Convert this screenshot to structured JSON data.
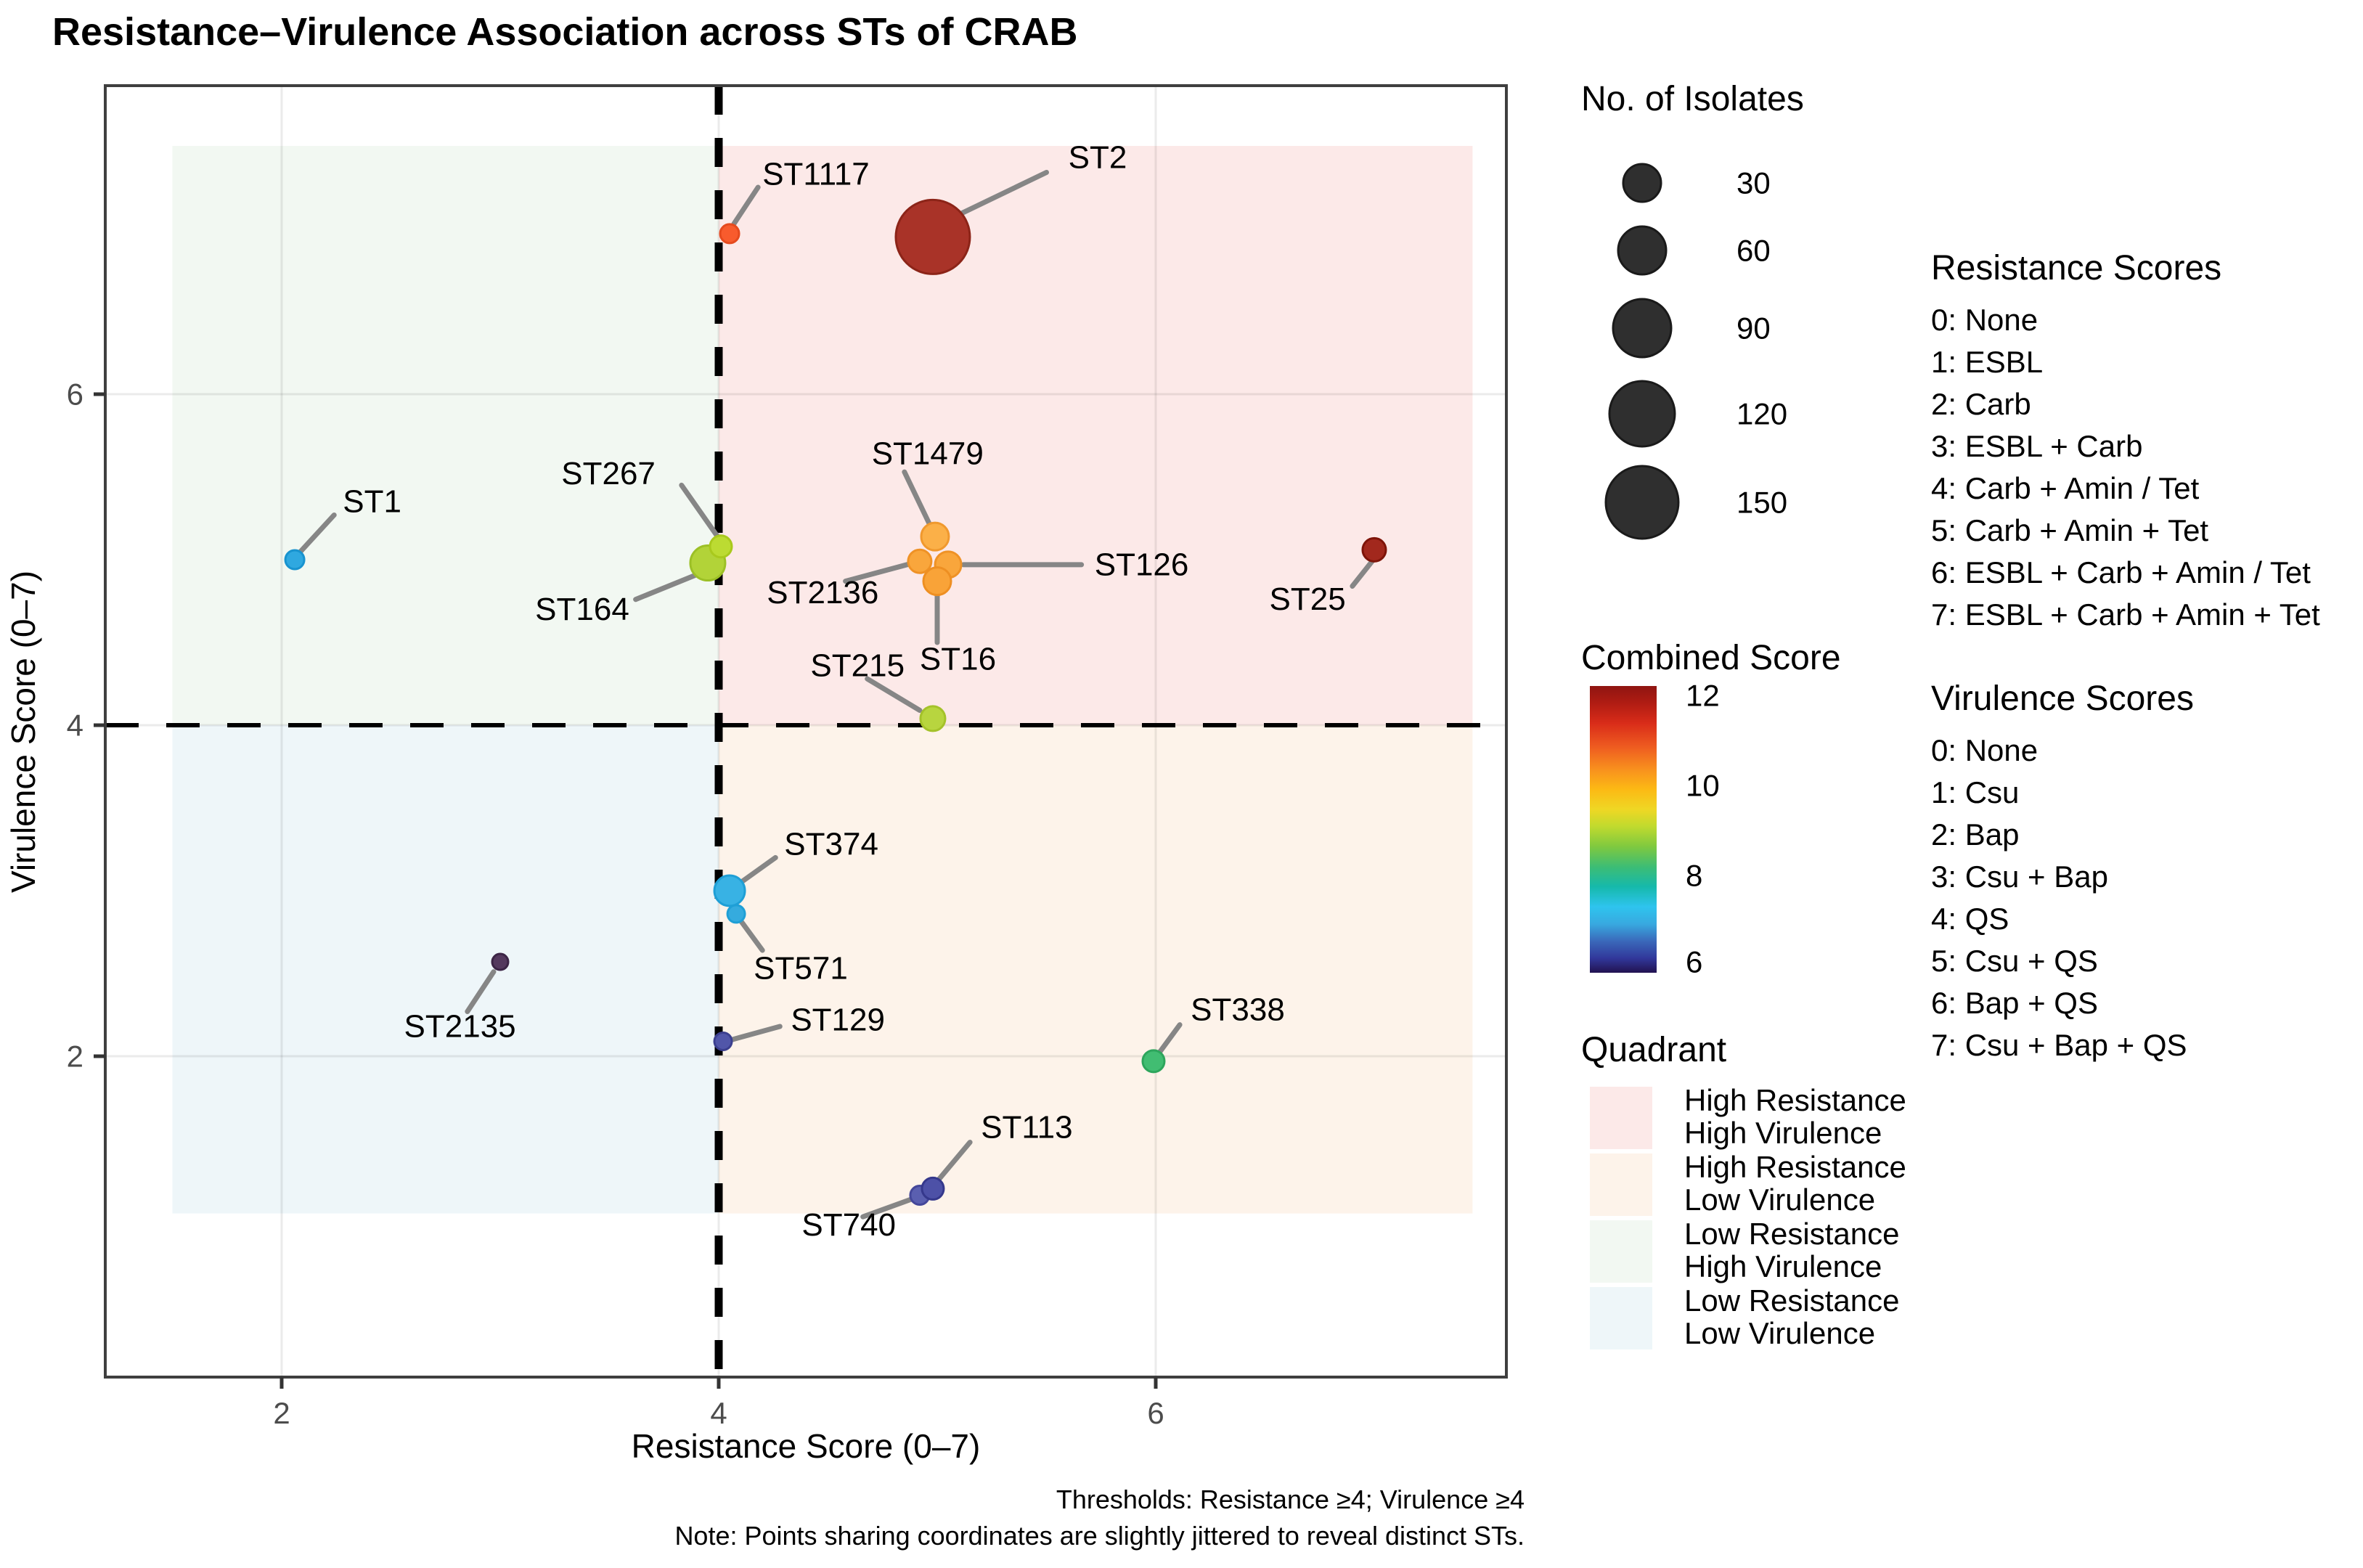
{
  "title": "Resistance–Virulence Association across STs of CRAB",
  "caption": {
    "line1": "Thresholds: Resistance ≥4; Virulence ≥4",
    "line2": "Note: Points sharing coordinates are slightly jittered to reveal distinct STs."
  },
  "chart_data": {
    "type": "scatter",
    "title": "Resistance–Virulence Association across STs of CRAB",
    "xlabel": "Resistance Score (0–7)",
    "ylabel": "Virulence Score (0–7)",
    "x_ticks": [
      2,
      4,
      6
    ],
    "y_ticks": [
      2,
      4,
      6
    ],
    "xlim": [
      1.2,
      7.6
    ],
    "ylim": [
      0.1,
      7.9
    ],
    "grid": true,
    "thresholds": {
      "x": 4,
      "y": 4
    },
    "shade_extent": {
      "x": [
        1.5,
        7.45
      ],
      "y": [
        1.05,
        7.5
      ]
    },
    "quadrant_fills": {
      "high_res_high_vir": "#fce9e8",
      "high_res_low_vir": "#fdf3ea",
      "low_res_high_vir": "#f2f8f2",
      "low_res_low_vir": "#eef6f9"
    },
    "points": [
      {
        "st": "ST2",
        "x": 4.98,
        "y": 6.95,
        "r": 51,
        "fill": "#a93328",
        "stroke": "#8c2418",
        "label_x": 5.6,
        "label_y": 7.43,
        "leader": [
          [
            5.5,
            7.34
          ],
          [
            5.06,
            7.06
          ]
        ]
      },
      {
        "st": "ST1117",
        "x": 4.05,
        "y": 6.97,
        "r": 13,
        "fill": "#f85b2d",
        "stroke": "#e54a1e",
        "label_x": 4.2,
        "label_y": 7.33,
        "leader": [
          [
            4.18,
            7.25
          ],
          [
            4.07,
            7.03
          ]
        ]
      },
      {
        "st": "ST1",
        "x": 2.06,
        "y": 5.0,
        "r": 13,
        "fill": "#2fa8e0",
        "stroke": "#1893cf",
        "label_x": 2.28,
        "label_y": 5.35,
        "leader": [
          [
            2.24,
            5.27
          ],
          [
            2.08,
            5.04
          ]
        ]
      },
      {
        "st": "ST164",
        "x": 3.95,
        "y": 4.98,
        "r": 24,
        "fill": "#b2d338",
        "stroke": "#9cc026",
        "label_x": 3.16,
        "label_y": 4.7,
        "leader": [
          [
            3.62,
            4.76
          ],
          [
            3.9,
            4.91
          ]
        ]
      },
      {
        "st": "ST267",
        "x": 4.01,
        "y": 5.08,
        "r": 15,
        "fill": "#bcdb32",
        "stroke": "#a9c91d",
        "label_x": 3.28,
        "label_y": 5.52,
        "leader": [
          [
            3.83,
            5.45
          ],
          [
            4.0,
            5.13
          ]
        ]
      },
      {
        "st": "ST1479",
        "x": 4.99,
        "y": 5.14,
        "r": 19,
        "fill": "#fbb048",
        "stroke": "#f0992e",
        "label_x": 4.7,
        "label_y": 5.64,
        "leader": [
          [
            4.85,
            5.53
          ],
          [
            4.97,
            5.2
          ]
        ]
      },
      {
        "st": "ST2136",
        "x": 4.92,
        "y": 4.99,
        "r": 16,
        "fill": "#f9a63c",
        "stroke": "#ef9226",
        "label_x": 4.22,
        "label_y": 4.8,
        "leader": [
          [
            4.58,
            4.87
          ],
          [
            4.89,
            4.98
          ]
        ]
      },
      {
        "st": "ST126",
        "x": 5.05,
        "y": 4.97,
        "r": 18,
        "fill": "#f9a63c",
        "stroke": "#ef9226",
        "label_x": 5.72,
        "label_y": 4.97,
        "leader": [
          [
            5.66,
            4.97
          ],
          [
            5.12,
            4.97
          ]
        ]
      },
      {
        "st": "ST16",
        "x": 5.0,
        "y": 4.87,
        "r": 19,
        "fill": "#f9a338",
        "stroke": "#ee8f22",
        "label_x": 4.92,
        "label_y": 4.4,
        "leader": [
          [
            5.0,
            4.5
          ],
          [
            5.0,
            4.79
          ]
        ]
      },
      {
        "st": "ST25",
        "x": 7.0,
        "y": 5.06,
        "r": 16,
        "fill": "#a2281d",
        "stroke": "#7e1409",
        "label_x": 6.52,
        "label_y": 4.76,
        "leader": [
          [
            6.9,
            4.84
          ],
          [
            6.99,
            4.99
          ]
        ]
      },
      {
        "st": "ST215",
        "x": 4.98,
        "y": 4.04,
        "r": 17,
        "fill": "#b8d53f",
        "stroke": "#a4c22a",
        "label_x": 4.42,
        "label_y": 4.36,
        "leader": [
          [
            4.68,
            4.28
          ],
          [
            4.92,
            4.09
          ]
        ]
      },
      {
        "st": "ST374",
        "x": 4.05,
        "y": 3.0,
        "r": 21,
        "fill": "#38b2e4",
        "stroke": "#1f9fd6",
        "label_x": 4.3,
        "label_y": 3.28,
        "leader": [
          [
            4.26,
            3.2
          ],
          [
            4.08,
            3.03
          ]
        ]
      },
      {
        "st": "ST571",
        "x": 4.08,
        "y": 2.86,
        "r": 12,
        "fill": "#35abde",
        "stroke": "#1f9fd6",
        "label_x": 4.16,
        "label_y": 2.53,
        "leader": [
          [
            4.2,
            2.64
          ],
          [
            4.1,
            2.82
          ]
        ]
      },
      {
        "st": "ST2135",
        "x": 3.0,
        "y": 2.57,
        "r": 11,
        "fill": "#54395e",
        "stroke": "#3c2546",
        "label_x": 2.56,
        "label_y": 2.18,
        "leader": [
          [
            2.85,
            2.27
          ],
          [
            2.97,
            2.51
          ]
        ]
      },
      {
        "st": "ST129",
        "x": 4.02,
        "y": 2.09,
        "r": 12,
        "fill": "#5156a9",
        "stroke": "#3b3f8f",
        "label_x": 4.33,
        "label_y": 2.22,
        "leader": [
          [
            4.28,
            2.18
          ],
          [
            4.06,
            2.1
          ]
        ]
      },
      {
        "st": "ST338",
        "x": 5.99,
        "y": 1.97,
        "r": 15,
        "fill": "#41bd72",
        "stroke": "#2da55c",
        "label_x": 6.16,
        "label_y": 2.28,
        "leader": [
          [
            6.11,
            2.19
          ],
          [
            6.01,
            2.01
          ]
        ]
      },
      {
        "st": "ST740",
        "x": 4.92,
        "y": 1.16,
        "r": 13,
        "fill": "#5a5fb0",
        "stroke": "#44479a",
        "label_x": 4.38,
        "label_y": 0.98,
        "leader": [
          [
            4.66,
            1.03
          ],
          [
            4.89,
            1.14
          ]
        ]
      },
      {
        "st": "ST113",
        "x": 4.98,
        "y": 1.2,
        "r": 15,
        "fill": "#4d51a7",
        "stroke": "#35388c",
        "label_x": 5.2,
        "label_y": 1.57,
        "leader": [
          [
            5.15,
            1.48
          ],
          [
            5.01,
            1.26
          ]
        ]
      }
    ]
  },
  "legend": {
    "isolates": {
      "title": "No. of Isolates",
      "bubble_color": "#2f2f2f",
      "entries": [
        {
          "value": "30",
          "r": 26
        },
        {
          "value": "60",
          "r": 33
        },
        {
          "value": "90",
          "r": 40
        },
        {
          "value": "120",
          "r": 45
        },
        {
          "value": "150",
          "r": 50
        }
      ]
    },
    "combined": {
      "title": "Combined Score",
      "ticks": [
        "12",
        "10",
        "8",
        "6"
      ],
      "gradient": [
        [
          "0%",
          "#8f1511"
        ],
        [
          "6%",
          "#b01c13"
        ],
        [
          "13%",
          "#d92c19"
        ],
        [
          "21%",
          "#ee5a20"
        ],
        [
          "29%",
          "#f8901e"
        ],
        [
          "36%",
          "#fcb914"
        ],
        [
          "43%",
          "#efd724"
        ],
        [
          "49%",
          "#c0da2e"
        ],
        [
          "56%",
          "#7fc93f"
        ],
        [
          "63%",
          "#3dbd74"
        ],
        [
          "70%",
          "#16b9ab"
        ],
        [
          "77%",
          "#2ec4ee"
        ],
        [
          "83%",
          "#38a9e0"
        ],
        [
          "89%",
          "#3a68ba"
        ],
        [
          "95%",
          "#31379a"
        ],
        [
          "100%",
          "#221250"
        ]
      ]
    },
    "quadrant": {
      "title": "Quadrant",
      "entries": [
        {
          "color": "#fce9e8",
          "lines": [
            "High Resistance",
            "High Virulence"
          ]
        },
        {
          "color": "#fdf3ea",
          "lines": [
            "High Resistance",
            "Low Virulence"
          ]
        },
        {
          "color": "#f2f8f2",
          "lines": [
            "Low Resistance",
            "High Virulence"
          ]
        },
        {
          "color": "#eef6f9",
          "lines": [
            "Low Resistance",
            "Low Virulence"
          ]
        }
      ]
    },
    "resistance_scores": {
      "title": "Resistance Scores",
      "items": [
        "0: None",
        "1: ESBL",
        "2: Carb",
        "3: ESBL + Carb",
        "4: Carb + Amin / Tet",
        "5: Carb + Amin + Tet",
        "6: ESBL + Carb + Amin / Tet",
        "7: ESBL + Carb + Amin + Tet"
      ]
    },
    "virulence_scores": {
      "title": "Virulence Scores",
      "items": [
        "0: None",
        "1: Csu",
        "2: Bap",
        "3: Csu + Bap",
        "4: QS",
        "5: Csu + QS",
        "6: Bap + QS",
        "7: Csu + Bap + QS"
      ]
    }
  }
}
